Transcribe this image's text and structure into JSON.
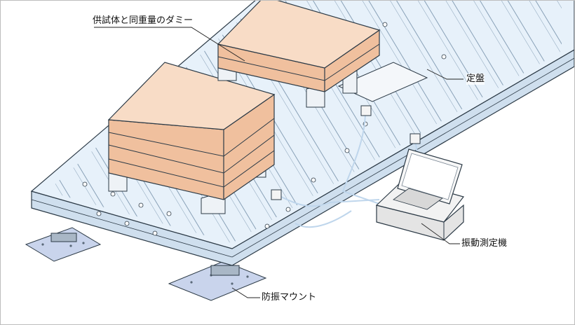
{
  "labels": {
    "dummy_weight": "供試体と同重量のダミー",
    "surface_plate": "定盤",
    "vibration_meter": "振動測定機",
    "isolation_mount": "防振マウント"
  },
  "colors": {
    "platform_top": "#e7f1fa",
    "platform_side": "#cfdfee",
    "platform_stroke": "#2c3a46",
    "weight_top": "#f8dcc6",
    "weight_side": "#f0c09e",
    "weight_block": "#eef2f6",
    "mount_pad": "#c9d4ec",
    "cable": "#bfd6ec",
    "laptop_base": "#f2f2f2"
  },
  "icons": [
    "laptop-icon",
    "sensor-icon",
    "mount-pad-icon",
    "weight-stack-icon"
  ]
}
